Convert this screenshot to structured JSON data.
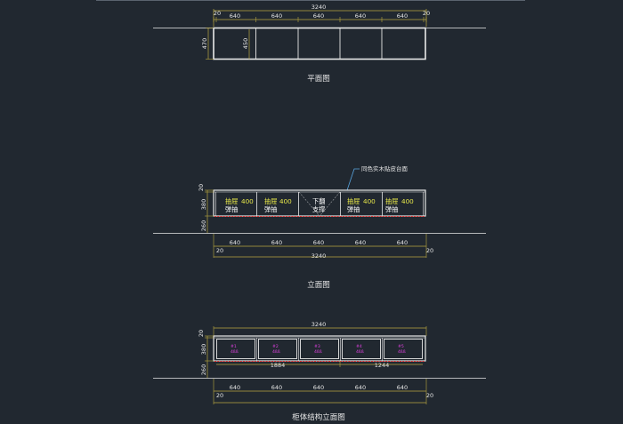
{
  "colors": {
    "background": "#212830",
    "cabinet_line": "#e8e8e8",
    "dimension_line": "#b8a640",
    "dimension_text": "#e6e6e6",
    "label_yellow": "#e8e84a",
    "label_white": "#ffffff",
    "label_magenta": "#e040e0",
    "accent_red": "#e03030",
    "leader_blue": "#5aa6e0"
  },
  "plan": {
    "caption": "平面图",
    "total_width": "3240",
    "side_gap_left": "20",
    "side_gap_right": "20",
    "segments": [
      "640",
      "640",
      "640",
      "640",
      "640"
    ],
    "depth_outer": "470",
    "depth_inner": "450"
  },
  "elevation": {
    "caption": "立面图",
    "note": "同色实木贴皮台面",
    "height_top": "20",
    "height_body": "380",
    "height_base": "260",
    "segments": [
      "640",
      "640",
      "640",
      "640",
      "640"
    ],
    "side_gap_left": "20",
    "side_gap_right": "20",
    "total_width": "3240",
    "panels": [
      {
        "line1": "抽屉",
        "size": "400",
        "line2": "弹抽"
      },
      {
        "line1": "抽屉",
        "size": "400",
        "line2": "弹抽"
      },
      {
        "line1": "下翻",
        "size": "",
        "line2": "支撑"
      },
      {
        "line1": "抽屉",
        "size": "400",
        "line2": "弹抽"
      },
      {
        "line1": "抽屉",
        "size": "400",
        "line2": "弹抽"
      }
    ]
  },
  "structure": {
    "caption": "柜体结构立面图",
    "total_width": "3240",
    "height_top": "20",
    "height_body": "380",
    "height_base": "260",
    "split_left": "1884",
    "split_right": "1244",
    "segments": [
      "640",
      "640",
      "640",
      "640",
      "640"
    ],
    "side_gap_left": "20",
    "side_gap_right": "20",
    "boxes": [
      {
        "id": "#1",
        "size": "4ßß"
      },
      {
        "id": "#2",
        "size": "4ßß"
      },
      {
        "id": "#3",
        "size": "4ßß"
      },
      {
        "id": "#4",
        "size": "4ßß"
      },
      {
        "id": "#5",
        "size": "4ßß"
      }
    ]
  }
}
